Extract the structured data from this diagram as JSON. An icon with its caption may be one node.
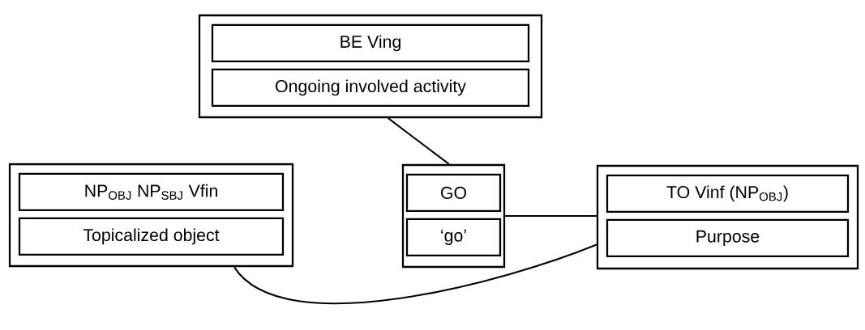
{
  "diagram": {
    "nodes": [
      {
        "text": [],
        "shape": "box"
      },
      {
        "text": [
          "BE Ving"
        ],
        "in": 0
      },
      {
        "text": [
          "Ongoing involved activity"
        ],
        "in": 0
      },
      {
        "text": [],
        "shape": "box"
      },
      {
        "text": [
          "NP$_{OBJ}$ NP$_{SBJ}$ Vfin"
        ],
        "in": 3
      },
      {
        "text": [
          "Topicalized object"
        ],
        "in": 3
      },
      {
        "text": [],
        "shape": "box"
      },
      {
        "text": [
          "GO"
        ],
        "in": 6
      },
      {
        "text": [
          "‘go’"
        ],
        "in": 6
      },
      {
        "text": [],
        "shape": "box"
      },
      {
        "text": [
          "TO Vinf (NP$_{OBJ}$)"
        ],
        "in": 9
      },
      {
        "text": [
          "Purpose"
        ],
        "in": 9
      }
    ],
    "edges": [
      {
        "from": 0,
        "to": 6,
        "arrow": "none"
      },
      {
        "from": 6,
        "to": 9,
        "arrow": "none"
      },
      {
        "from": 3,
        "to": 9,
        "arrow": "none"
      }
    ]
  }
}
